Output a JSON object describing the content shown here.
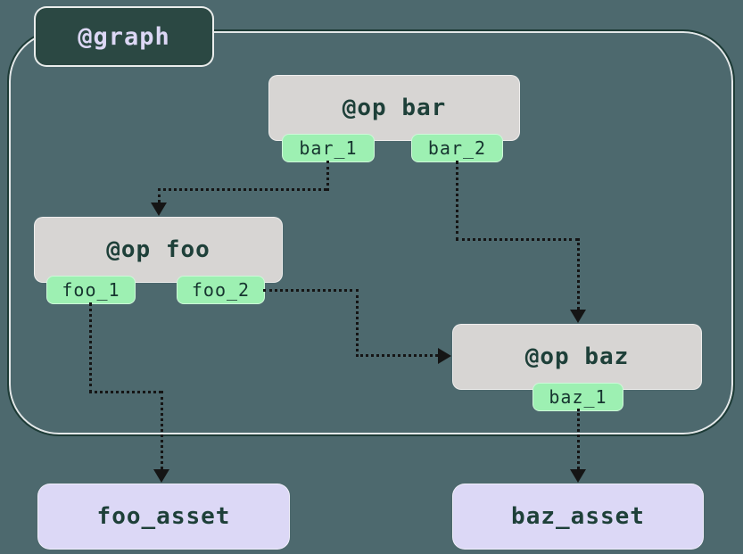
{
  "diagram": {
    "graph_label": "@graph",
    "nodes": {
      "op_bar": {
        "label": "@op bar",
        "outputs": [
          "bar_1",
          "bar_2"
        ]
      },
      "op_foo": {
        "label": "@op foo",
        "outputs": [
          "foo_1",
          "foo_2"
        ]
      },
      "op_baz": {
        "label": "@op baz",
        "outputs": [
          "baz_1"
        ]
      },
      "asset_foo": {
        "label": "foo_asset"
      },
      "asset_baz": {
        "label": "baz_asset"
      }
    },
    "edges": [
      {
        "from": "bar_1",
        "to": "@op foo"
      },
      {
        "from": "bar_2",
        "to": "@op baz"
      },
      {
        "from": "foo_1",
        "to": "foo_asset"
      },
      {
        "from": "foo_2",
        "to": "@op baz"
      },
      {
        "from": "baz_1",
        "to": "baz_asset"
      }
    ],
    "colors": {
      "background": "#4d696e",
      "graph_box": "#2b4843",
      "graph_border": "#1d3b36",
      "graph_label_text": "#dcd7f5",
      "op_box": "#d7d5d3",
      "output_tab": "#9df0b2",
      "asset_box": "#dcd8f6",
      "node_text": "#1e4039",
      "edge": "#151515"
    }
  }
}
